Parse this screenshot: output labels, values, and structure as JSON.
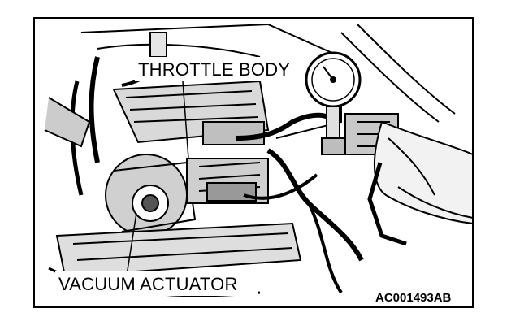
{
  "labels": {
    "throttle_body": "THROTTLE BODY",
    "vacuum_actuator": "VACUUM ACTUATOR",
    "figure_code": "AC001493AB"
  },
  "colors": {
    "ink": "#000000",
    "paper": "#ffffff"
  }
}
